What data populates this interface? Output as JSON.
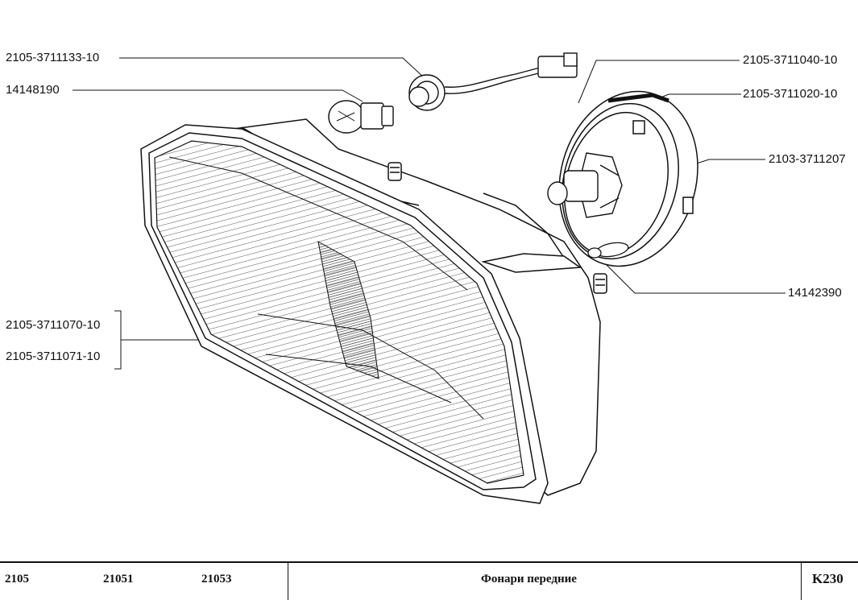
{
  "diagram": {
    "callouts": [
      {
        "id": "connector",
        "label": "2105-3711133-10"
      },
      {
        "id": "side-bulb",
        "label": "14148190"
      },
      {
        "id": "cap",
        "label": "2105-3711040-10"
      },
      {
        "id": "reflector-ring",
        "label": "2105-3711020-10"
      },
      {
        "id": "halogen-bulb",
        "label": "2103-3711207"
      },
      {
        "id": "small-bulb",
        "label": "14142390"
      },
      {
        "id": "headlamp-left",
        "label": "2105-3711070-10"
      },
      {
        "id": "headlamp-right",
        "label": "2105-3711071-10"
      }
    ]
  },
  "title_block": {
    "models": [
      "2105",
      "21051",
      "21053"
    ],
    "title": "Фонари передние",
    "sheet": "K230"
  },
  "colors": {
    "ink": "#111111",
    "paper": "#ffffff",
    "hatch": "#444444"
  }
}
